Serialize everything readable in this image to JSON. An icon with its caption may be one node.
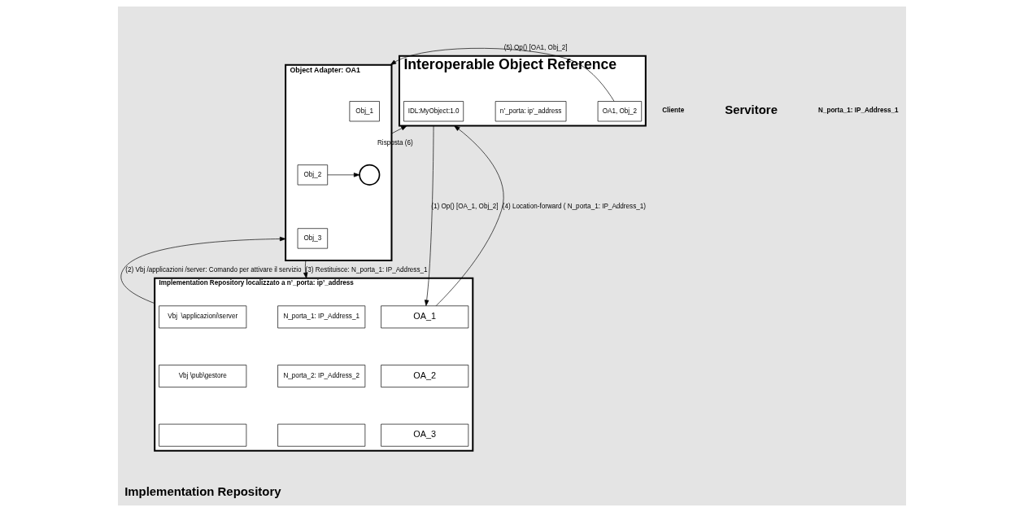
{
  "diagram": {
    "nodes": [
      {
        "text": [
          "Interoperable Object Reference"
        ]
      },
      {
        "text": [
          "IDL:MyObject:1.0"
        ],
        "in": 0
      },
      {
        "text": [
          "n’_porta: ip’_address"
        ],
        "in": 0
      },
      {
        "text": [
          "OA1, Obj_2"
        ],
        "in": 0
      },
      {
        "text": [
          "Object Adapter: OA1"
        ]
      },
      {
        "text": [
          "Obj_1"
        ],
        "in": 4
      },
      {
        "text": [
          "Obj_2"
        ],
        "in": 4
      },
      {
        "text": [
          "Obj_3"
        ],
        "in": 4
      },
      {
        "text": [],
        "shape": "circle",
        "in": 4
      },
      {
        "text": [
          "Implementation Repository localizzato a n’_porta: ip’_address"
        ]
      },
      {
        "text": [
          "OA_1"
        ],
        "in": 9
      },
      {
        "text": [
          "Vbj  \\applicazioni\\server"
        ],
        "in": 9
      },
      {
        "text": [
          "N_porta_1: IP_Address_1"
        ],
        "in": 9
      },
      {
        "text": [
          "OA_2"
        ],
        "in": 9
      },
      {
        "text": [
          "Vbj \\pub\\gestore"
        ],
        "in": 9
      },
      {
        "text": [
          "N_porta_2: IP_Address_2"
        ],
        "in": 9
      },
      {
        "text": [
          "OA_3"
        ],
        "in": 9
      },
      {
        "text": [],
        "shape": "box",
        "in": 9
      },
      {
        "text": [],
        "shape": "box",
        "in": 9
      }
    ],
    "edges": [
      {
        "from": 0,
        "to": 10,
        "arrow": "to",
        "label": "(1) Op() [OA_1, Obj_2]"
      },
      {
        "from": 9,
        "to": 4,
        "arrow": "to",
        "label": "(2) Vbj /applicazioni /server: Comando per attivare il servizio"
      },
      {
        "from": 4,
        "to": 9,
        "arrow": "to",
        "label": "(3) Restituisce: N_porta_1: IP_Address_1"
      },
      {
        "from": 10,
        "to": 0,
        "arrow": "to",
        "label": "(4) Location-forward ( N_porta_1: IP_Address_1)"
      },
      {
        "from": 3,
        "to": 4,
        "arrow": "to",
        "label": "(5) Op() [OA1, Obj_2]"
      },
      {
        "from": 4,
        "to": 0,
        "arrow": "to",
        "label": "Risposta (6)"
      },
      {
        "from": 6,
        "to": 8,
        "arrow": "to"
      }
    ],
    "labels": [
      "Cliente",
      "Servitore",
      "N_porta_1: IP_Address_1",
      "Implementation Repository"
    ]
  }
}
